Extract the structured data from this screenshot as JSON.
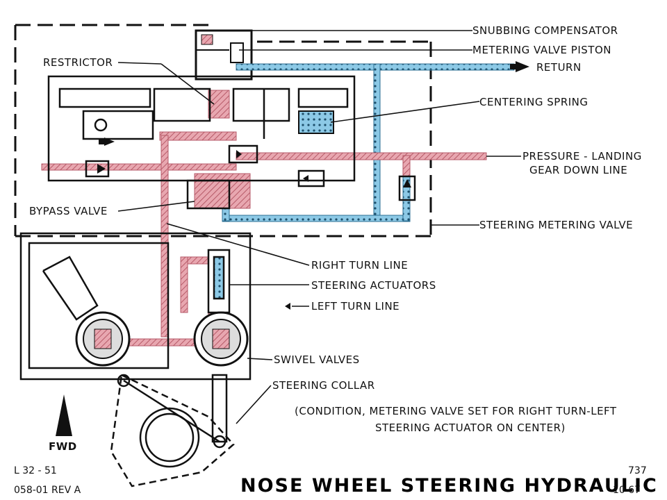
{
  "labels": {
    "snubbing_compensator": "SNUBBING COMPENSATOR",
    "metering_valve_piston": "METERING VALVE PISTON",
    "return": "RETURN",
    "restrictor": "RESTRICTOR",
    "centering_spring": "CENTERING SPRING",
    "pressure_line_1": "PRESSURE - LANDING",
    "pressure_line_2": "GEAR DOWN LINE",
    "bypass_valve": "BYPASS VALVE",
    "steering_metering_valve": "STEERING METERING VALVE",
    "right_turn_line": "RIGHT TURN LINE",
    "steering_actuators": "STEERING  ACTUATORS",
    "left_turn_line": "LEFT  TURN LINE",
    "swivel_valves": "SWIVEL VALVES",
    "steering_collar": "STEERING COLLAR",
    "condition_1": "(CONDITION, METERING VALVE SET FOR RIGHT TURN-LEFT",
    "condition_2": "STEERING ACTUATOR ON CENTER)",
    "fwd": "FWD"
  },
  "footer": {
    "title": "NOSE WHEEL STEERING HYDRAULIC SYSTEM",
    "code_1": "L 32 - 51",
    "code_2": "058-01 REV A",
    "model": "737",
    "date": "10  67"
  },
  "colors": {
    "pressure": "#d9848f",
    "return": "#6fb6d8",
    "line": "#111111"
  }
}
